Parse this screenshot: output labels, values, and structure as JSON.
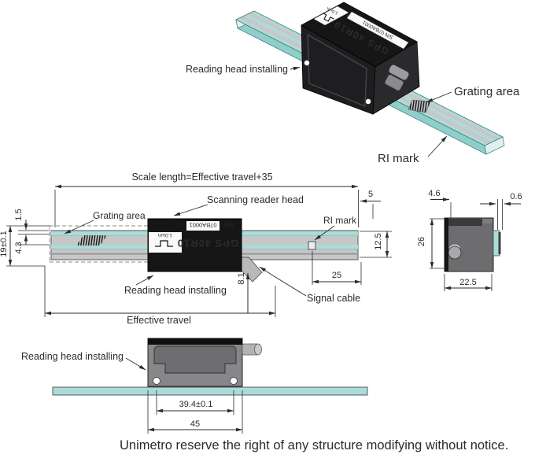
{
  "device": {
    "model": "GPS 40R10",
    "serial_prefix": "S/N",
    "serial": "07BA0001",
    "serial_full": "S/N 07BA0001",
    "resolution": "1.0um"
  },
  "iso_view": {
    "label_reading_head": "Reading head installing",
    "label_grating_area": "Grating area",
    "label_ri_mark": "RI mark"
  },
  "side_view": {
    "dim_scale_length": "Scale length=Effective travel+35",
    "label_scanning_reader_head": "Scanning reader head",
    "label_grating_area": "Grating area",
    "label_ri_mark": "RI mark",
    "label_reading_head": "Reading head installing",
    "label_signal_cable": "Signal cable",
    "dim_effective_travel": "Effective travel",
    "dim_1_5": "1.5",
    "dim_19": "19±0.1",
    "dim_4_3": "4.3",
    "dim_5": "5",
    "dim_12_5": "12.5",
    "dim_25": "25",
    "dim_8_1": "8.1"
  },
  "end_view": {
    "dim_4_6": "4.6",
    "dim_0_6": "0.6",
    "dim_26": "26",
    "dim_22_5": "22.5"
  },
  "bottom_view": {
    "label_reading_head": "Reading head installing",
    "dim_39_4": "39.4±0.1",
    "dim_45": "45"
  },
  "footer": {
    "notice": "Unimetro reserve the right of any structure modifying without notice."
  },
  "colors": {
    "rail_teal": "#aadcd8",
    "rail_teal_front": "#8fcfca",
    "rail_teal_light": "#ddf2f0",
    "rail_gray": "#c6c7c9",
    "head_black": "#161616",
    "head_front": "#1e1e20",
    "head_side": "#2a2a2c",
    "body_gray": "#87878a",
    "line": "#2b2b2b"
  }
}
